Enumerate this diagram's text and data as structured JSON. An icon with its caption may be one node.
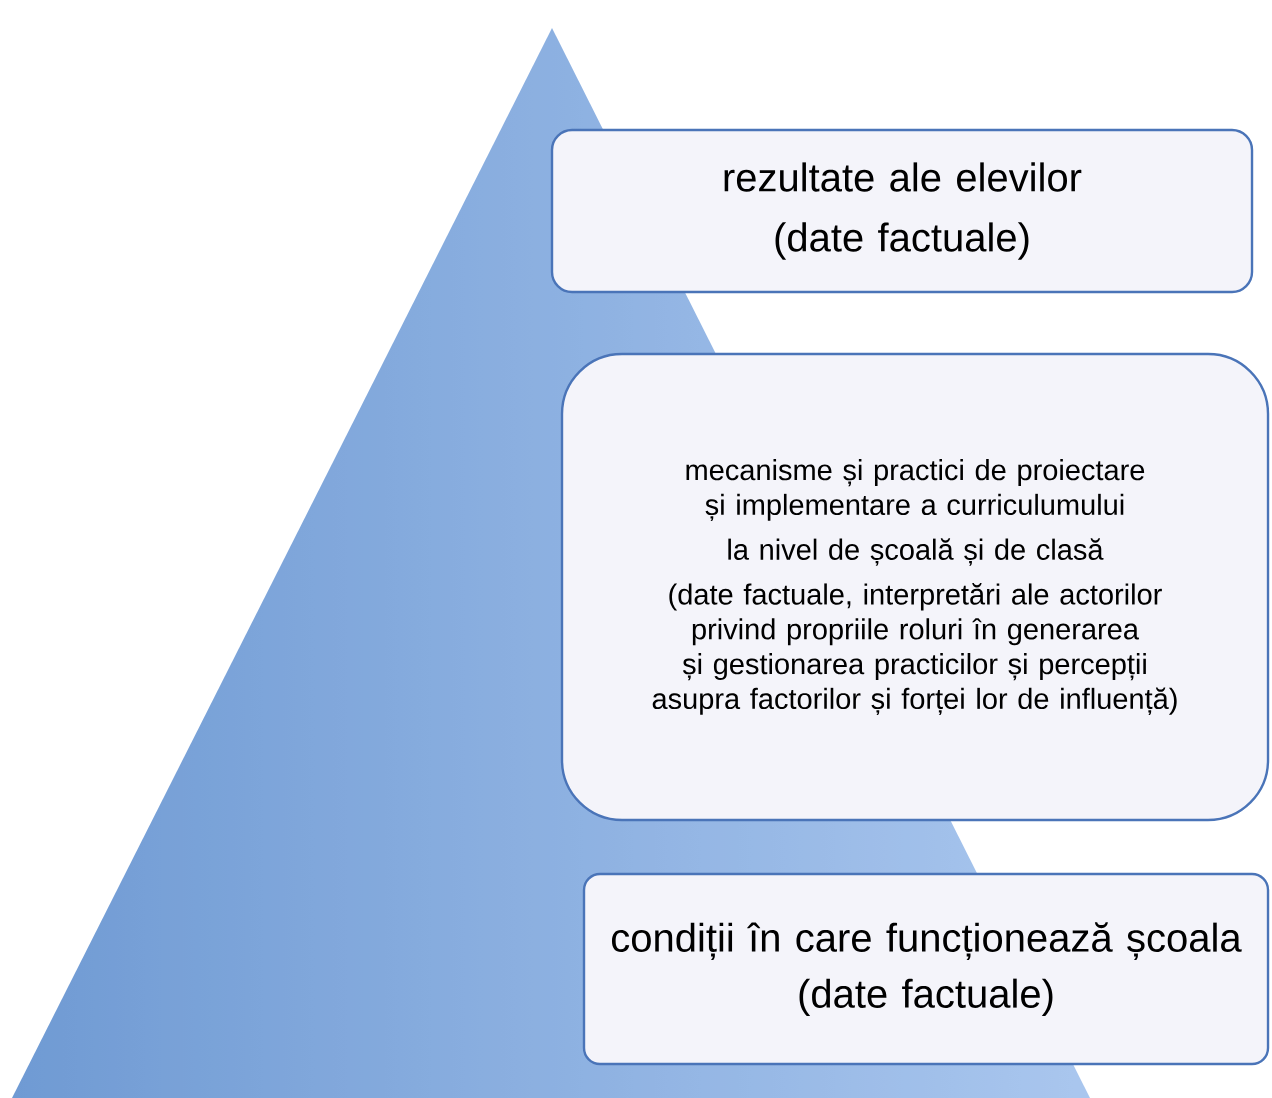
{
  "diagram": {
    "nodes": [
      {
        "text": [
          "rezultate ale elevilor",
          "(date factuale)"
        ]
      },
      {
        "text": [
          "mecanisme și practici de proiectare și implementare a curriculumului",
          "la nivel de școală și de clasă",
          "(date factuale, interpretări ale actorilor privind propriile roluri în generarea și gestionarea practicilor și percepții asupra factorilor și forței lor de influență)"
        ]
      },
      {
        "text": [
          "condiții în care funcționează școala",
          "(date factuale)"
        ]
      }
    ]
  }
}
